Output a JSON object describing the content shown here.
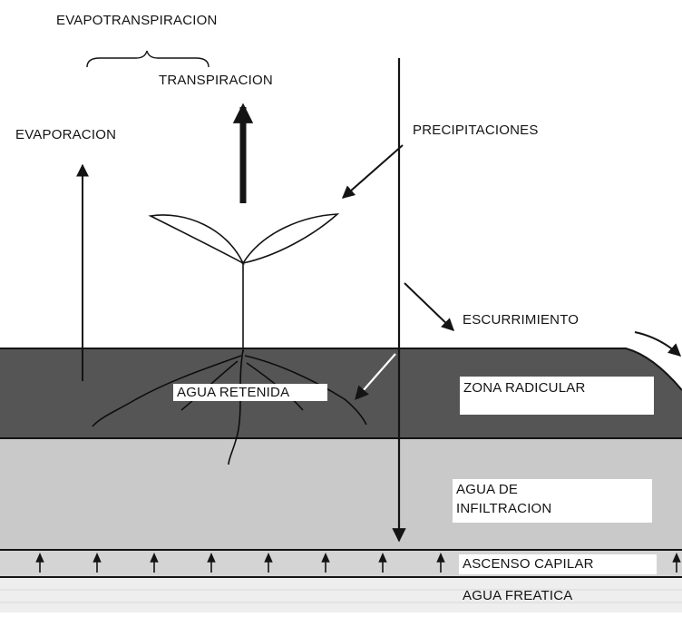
{
  "labels": {
    "evapotranspiracion": "EVAPOTRANSPIRACION",
    "transpiracion": "TRANSPIRACION",
    "evaporacion": "EVAPORACION",
    "precipitaciones": "PRECIPITACIONES",
    "escurrimiento": "ESCURRIMIENTO",
    "zona_radicular": "ZONA RADICULAR",
    "agua_retenida": "AGUA RETENIDA",
    "agua_de_infiltracion_line1": "AGUA DE",
    "agua_de_infiltracion_line2": "INFILTRACION",
    "ascenso_capilar": "ASCENSO CAPILAR",
    "agua_freatica": "AGUA FREATICA"
  },
  "colors": {
    "zona_radicular_layer": "#555555",
    "infiltracion_layer": "#c9c9c9",
    "capilar_band": "#d4d4d4",
    "freatica_layer": "#eeeeee",
    "ink": "#141414"
  }
}
